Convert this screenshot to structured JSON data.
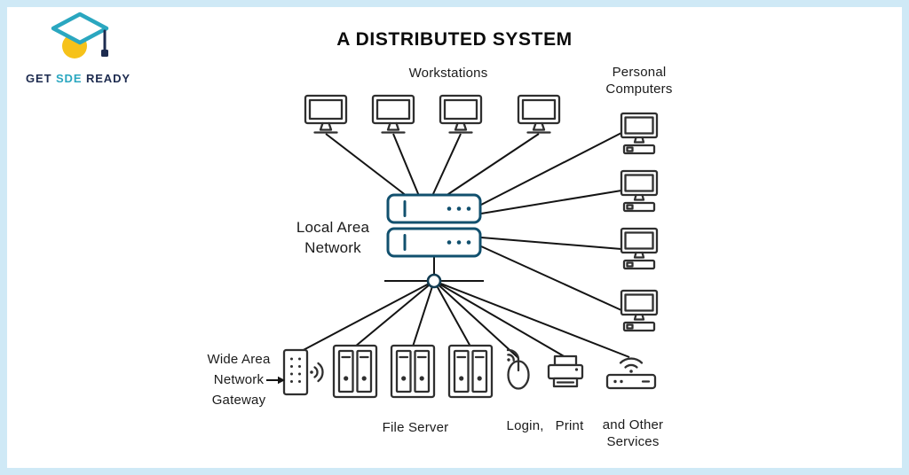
{
  "title": "A DISTRIBUTED SYSTEM",
  "logo": {
    "word1": "GET",
    "word2": "SDE",
    "word3": "READY"
  },
  "labels": {
    "workstations": "Workstations",
    "personal_computers": [
      "Personal",
      "Computers"
    ],
    "lan": [
      "Local Area",
      "Network"
    ],
    "wan_gateway": [
      "Wide Area",
      "Network",
      "Gateway"
    ],
    "file_server": "File Server",
    "login": "Login,",
    "print": "Print",
    "other_services": [
      "and Other",
      "Services"
    ]
  },
  "colors": {
    "frame": "#cfe9f6",
    "background": "#ffffff",
    "icon_outline": "#2f2f2f",
    "connection_line": "#141414",
    "lan_hub": "#11506e",
    "logo_teal": "#2aa7c0",
    "logo_navy": "#1d2b4f",
    "logo_yellow": "#f6c21a"
  },
  "diagram": {
    "type": "network-topology",
    "hub": "Local Area Network",
    "nodes": {
      "workstations": 4,
      "personal_computers": 4,
      "file_servers": 3,
      "wan_gateway": 1,
      "mouse": 1,
      "printer": 1,
      "router": 1
    }
  }
}
